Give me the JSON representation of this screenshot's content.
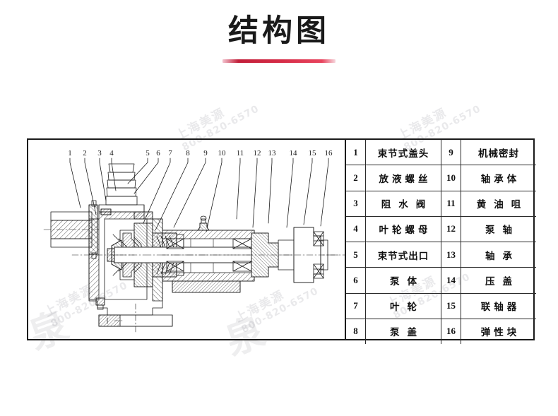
{
  "page": {
    "title": "结构图",
    "accent_color": "#c21f3a",
    "background_color": "#ffffff",
    "line_color": "#1a1a1a"
  },
  "diagram": {
    "name": "pump-cross-section",
    "description": "自吸泵结构剖面图",
    "callout_numbers": [
      "1",
      "2",
      "3",
      "4",
      "5",
      "6",
      "7",
      "8",
      "9",
      "10",
      "11",
      "12",
      "13",
      "14",
      "15",
      "16"
    ]
  },
  "parts_table": {
    "rows": [
      {
        "left_no": "1",
        "left_name": "束节式盖头",
        "right_no": "9",
        "right_name": "机械密封"
      },
      {
        "left_no": "2",
        "left_name": "放液螺丝",
        "right_no": "10",
        "right_name": "轴承体"
      },
      {
        "left_no": "3",
        "left_name": "阻水阀",
        "right_no": "11",
        "right_name": "黄油咀"
      },
      {
        "left_no": "4",
        "left_name": "叶轮螺母",
        "right_no": "12",
        "right_name": "泵轴"
      },
      {
        "left_no": "5",
        "left_name": "束节式出口",
        "right_no": "13",
        "right_name": "轴承"
      },
      {
        "left_no": "6",
        "left_name": "泵体",
        "right_no": "14",
        "right_name": "压盖"
      },
      {
        "left_no": "7",
        "left_name": "叶轮",
        "right_no": "15",
        "right_name": "联轴器"
      },
      {
        "left_no": "8",
        "left_name": "泵盖",
        "right_no": "16",
        "right_name": "弹性块"
      }
    ]
  },
  "watermark": {
    "line1": "上海美源",
    "line2": "800-820-6570",
    "logo": "泉"
  }
}
